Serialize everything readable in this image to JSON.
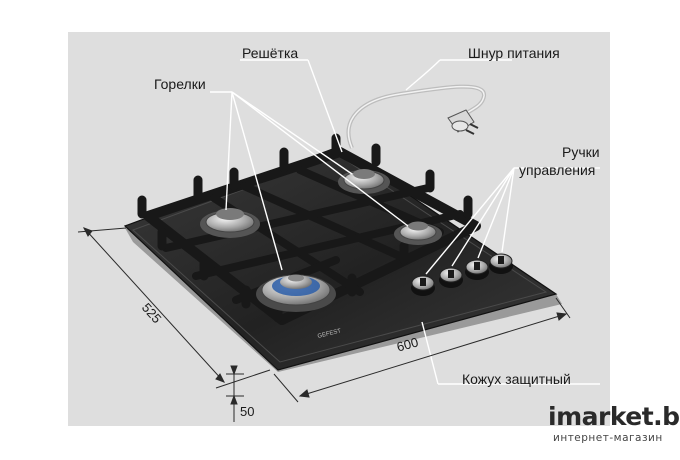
{
  "labels": {
    "grate": "Решётка",
    "power_cord": "Шнур питания",
    "burners": "Горелки",
    "controls_line1": "Ручки",
    "controls_line2": "управления",
    "shield": "Кожух защитный"
  },
  "dimensions": {
    "depth": "525",
    "width": "600",
    "height": "50"
  },
  "hob_brand": "GEFEST",
  "watermark": {
    "main": "imarket.by",
    "sub": "интернет-магазин"
  },
  "colors": {
    "panel_bg": "#dedede",
    "glass": "#2b2b2b",
    "cast_iron": "#1f1f1f",
    "chrome": "#c9c9c9",
    "brass": "#b8892f",
    "leader_line": "#ffffff"
  }
}
